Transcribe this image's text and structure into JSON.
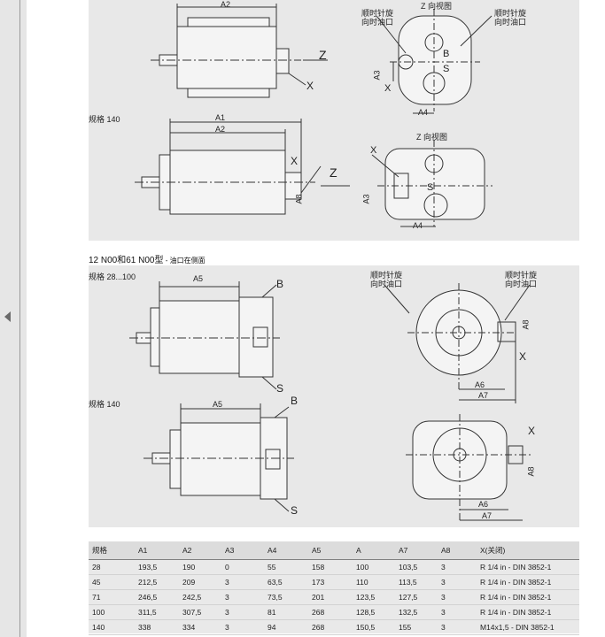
{
  "top_panel": {
    "z_view_1": "Z 向视图",
    "z_view_2": "Z 向视图",
    "rotation_1": "顺时针旋向时油口",
    "rotation_2": "顺时针旋向时油口",
    "size_140": "规格 140",
    "dims": {
      "a1": "A1",
      "a2": "A2",
      "a2b": "A2",
      "a3": "A3",
      "a3b": "A3",
      "a4": "A4",
      "a4b": "A4",
      "a8": "A8"
    },
    "letters": {
      "z1": "Z",
      "z2": "Z",
      "x1": "X",
      "x2": "X",
      "x3": "X",
      "x4": "X",
      "b": "B",
      "s": "S",
      "s2": "S"
    }
  },
  "section": {
    "title": "12 N00和61 N00型",
    "subtitle": " - 油口在侧面"
  },
  "mid_panel": {
    "size_28_100": "规格 28...100",
    "size_140": "规格 140",
    "rotation_1": "顺时针旋向时油口",
    "rotation_2": "顺时针旋向时油口",
    "dims": {
      "a5": "A5",
      "a5b": "A5",
      "a6": "A6",
      "a6b": "A6",
      "a7": "A7",
      "a7b": "A7",
      "a8": "A8",
      "a8b": "A8"
    },
    "letters": {
      "b1": "B",
      "b2": "B",
      "s1": "S",
      "s2": "S",
      "x1": "X",
      "x2": "X"
    }
  },
  "table": {
    "headers": [
      "规格",
      "A1",
      "A2",
      "A3",
      "A4",
      "A5",
      "A",
      "A7",
      "A8",
      "X(关闭)"
    ],
    "rows": [
      [
        "28",
        "193,5",
        "190",
        "0",
        "55",
        "158",
        "100",
        "103,5",
        "3",
        "R 1/4 in - DIN 3852-1"
      ],
      [
        "45",
        "212,5",
        "209",
        "3",
        "63,5",
        "173",
        "110",
        "113,5",
        "3",
        "R 1/4 in - DIN 3852-1"
      ],
      [
        "71",
        "246,5",
        "242,5",
        "3",
        "73,5",
        "201",
        "123,5",
        "127,5",
        "3",
        "R 1/4 in - DIN 3852-1"
      ],
      [
        "100",
        "311,5",
        "307,5",
        "3",
        "81",
        "268",
        "128,5",
        "132,5",
        "3",
        "R 1/4 in - DIN 3852-1"
      ],
      [
        "140",
        "338",
        "334",
        "3",
        "94",
        "268",
        "150,5",
        "155",
        "3",
        "M14x1,5 - DIN 3852-1"
      ]
    ]
  }
}
